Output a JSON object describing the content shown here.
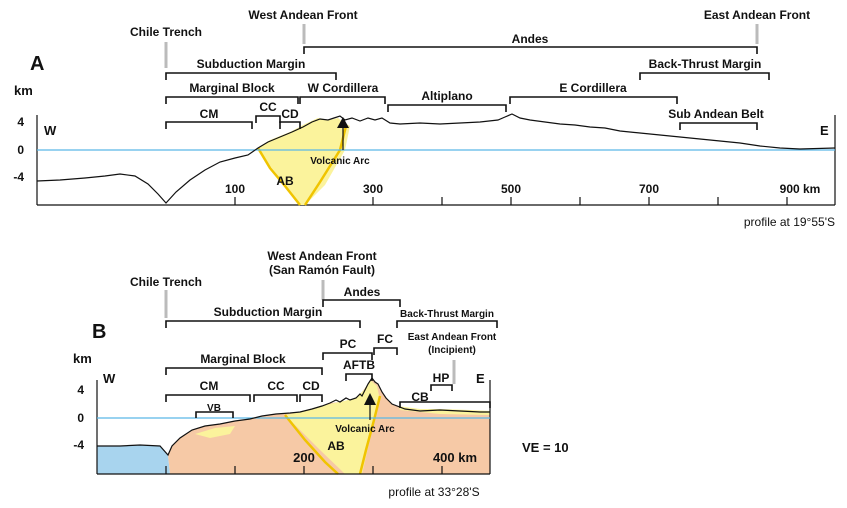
{
  "colors": {
    "sea_level": "#5bb8e6",
    "arc_fill": "#fbf39c",
    "arc_edge": "#f0c400",
    "crust_fill": "#f6c9a6",
    "ocean_fill": "#a8d4ee",
    "profile_line": "#111111"
  },
  "panel_a": {
    "letter": "A",
    "unit": "km",
    "west": "W",
    "east": "E",
    "y_ticks": [
      "4",
      "0",
      "-4"
    ],
    "x_ticks": [
      "100",
      "300",
      "500",
      "700",
      "900 km"
    ],
    "top_labels": {
      "trench": "Chile Trench",
      "west_front": "West Andean Front",
      "east_front": "East Andean Front"
    },
    "brackets": {
      "andes": "Andes",
      "subduction": "Subduction Margin",
      "backthrust": "Back-Thrust Margin",
      "marginal": "Marginal Block",
      "wcord": "W Cordillera",
      "altiplano": "Altiplano",
      "ecord": "E Cordillera",
      "cc": "CC",
      "cm": "CM",
      "cd": "CD",
      "subandean": "Sub Andean Belt"
    },
    "volcanic_arc": "Volcanic Arc",
    "ab": "AB",
    "caption": "profile at 19°55'S"
  },
  "panel_b": {
    "letter": "B",
    "unit": "km",
    "west": "W",
    "east": "E",
    "y_ticks": [
      "4",
      "0",
      "-4"
    ],
    "x_ticks": [
      "200",
      "400 km"
    ],
    "top_labels": {
      "trench": "Chile Trench",
      "west_front_1": "West Andean Front",
      "west_front_2": "(San Ramón Fault)",
      "east_front_1": "East Andean Front",
      "east_front_2": "(Incipient)"
    },
    "brackets": {
      "andes": "Andes",
      "subduction": "Subduction Margin",
      "backthrust": "Back-Thrust Margin",
      "pc": "PC",
      "fc": "FC",
      "marginal": "Marginal Block",
      "aftb": "AFTB",
      "hp": "HP",
      "cm": "CM",
      "cc": "CC",
      "cd": "CD",
      "cb": "CB",
      "vb": "VB"
    },
    "volcanic_arc": "Volcanic Arc",
    "ab": "AB",
    "ve": "VE = 10",
    "caption": "profile at 33°28'S"
  }
}
